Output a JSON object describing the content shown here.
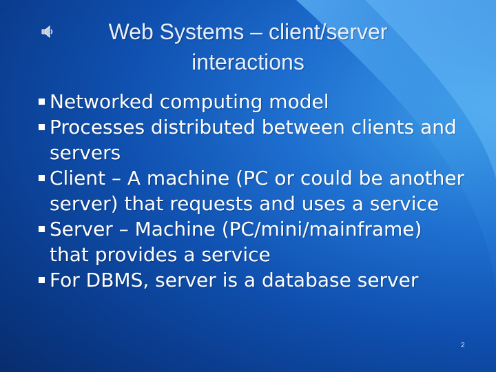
{
  "slide": {
    "title_lines": [
      "Web Systems – client/server",
      "interactions"
    ],
    "bullets": [
      "Networked computing model",
      "Processes distributed between clients and servers",
      "Client – A machine (PC or could be another server) that requests and uses a service",
      "Server – Machine (PC/mini/mainframe) that provides a service",
      "For DBMS, server is a database server"
    ],
    "page_number": "2",
    "icon": "speaker-icon",
    "colors": {
      "background": "#1e6fd0",
      "text": "#ffffff",
      "title": "#e7f0ff"
    }
  }
}
